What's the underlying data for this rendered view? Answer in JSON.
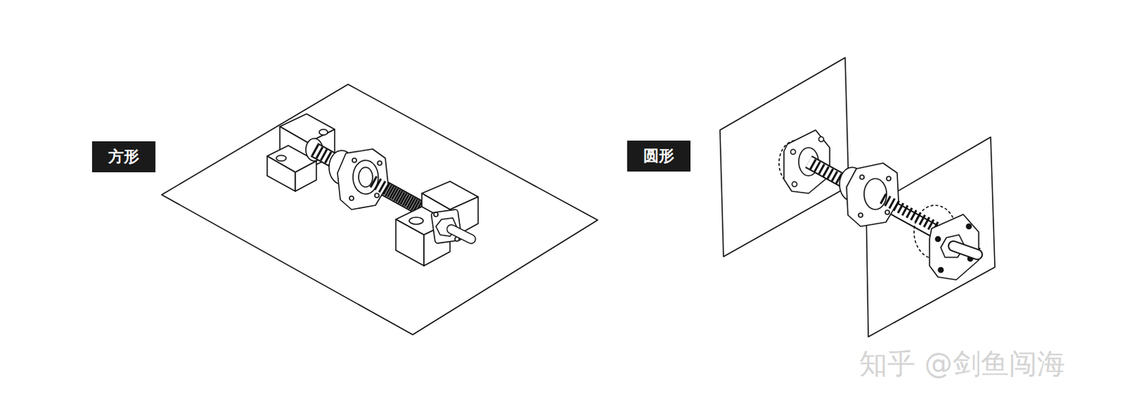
{
  "diagram": {
    "nodes": [
      {
        "text": [
          "方形"
        ]
      },
      {
        "text": [
          "圆形"
        ]
      }
    ],
    "labels": [
      "知乎 @剑鱼闯海"
    ]
  }
}
